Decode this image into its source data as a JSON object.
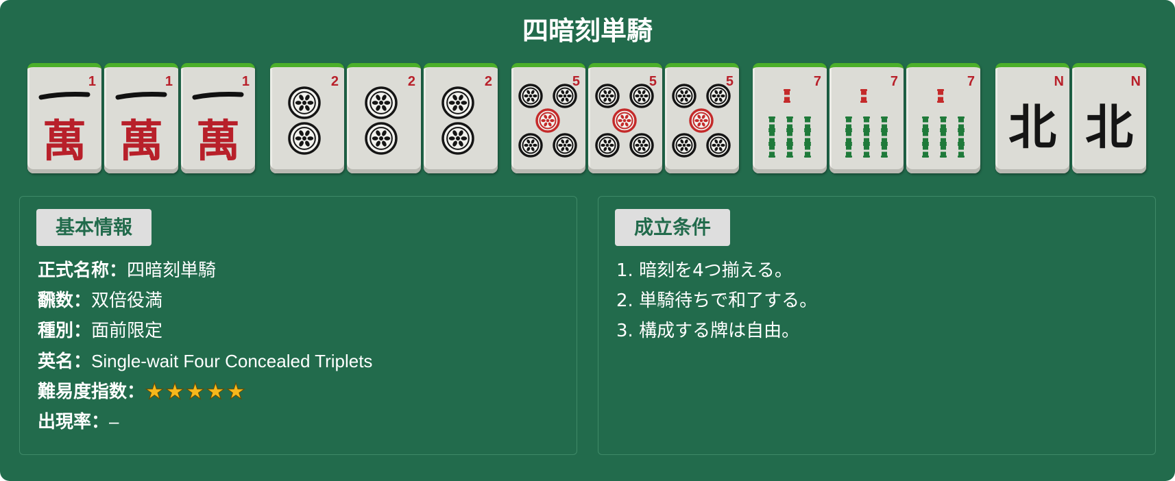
{
  "title": "四暗刻単騎",
  "tiles": [
    {
      "suit": "man",
      "rank": "1",
      "index_label": "1",
      "face_top": "一",
      "face_bottom": "萬"
    },
    {
      "suit": "man",
      "rank": "1",
      "index_label": "1",
      "face_top": "一",
      "face_bottom": "萬"
    },
    {
      "suit": "man",
      "rank": "1",
      "index_label": "1",
      "face_top": "一",
      "face_bottom": "萬"
    },
    {
      "suit": "pin",
      "rank": "2",
      "index_label": "2"
    },
    {
      "suit": "pin",
      "rank": "2",
      "index_label": "2"
    },
    {
      "suit": "pin",
      "rank": "2",
      "index_label": "2"
    },
    {
      "suit": "pin",
      "rank": "5",
      "index_label": "5"
    },
    {
      "suit": "pin",
      "rank": "5",
      "index_label": "5"
    },
    {
      "suit": "pin",
      "rank": "5",
      "index_label": "5"
    },
    {
      "suit": "sou",
      "rank": "7",
      "index_label": "7"
    },
    {
      "suit": "sou",
      "rank": "7",
      "index_label": "7"
    },
    {
      "suit": "sou",
      "rank": "7",
      "index_label": "7"
    },
    {
      "suit": "wind",
      "rank": "N",
      "index_label": "N",
      "face": "北"
    },
    {
      "suit": "wind",
      "rank": "N",
      "index_label": "N",
      "face": "北"
    }
  ],
  "basic_info": {
    "heading": "基本情報",
    "official_name_label": "正式名称：",
    "official_name": "四暗刻単騎",
    "han_label": "飜数：",
    "han": "双倍役満",
    "type_label": "種別：",
    "type": "面前限定",
    "english_label": "英名：",
    "english": "Single-wait Four Concealed Triplets",
    "difficulty_label": "難易度指数：",
    "difficulty_stars": 5,
    "frequency_label": "出現率：",
    "frequency": "–"
  },
  "conditions": {
    "heading": "成立条件",
    "items": [
      "1. 暗刻を4つ揃える。",
      "2. 単騎待ちで和了する。",
      "3. 構成する牌は自由。"
    ]
  },
  "colors": {
    "board": "#226b4c",
    "tile_face": "#dcdcd6",
    "tile_back": "#4caf2a",
    "man_red": "#b8202a",
    "sou_green": "#1f7a3a",
    "star": "#f6b81c"
  }
}
